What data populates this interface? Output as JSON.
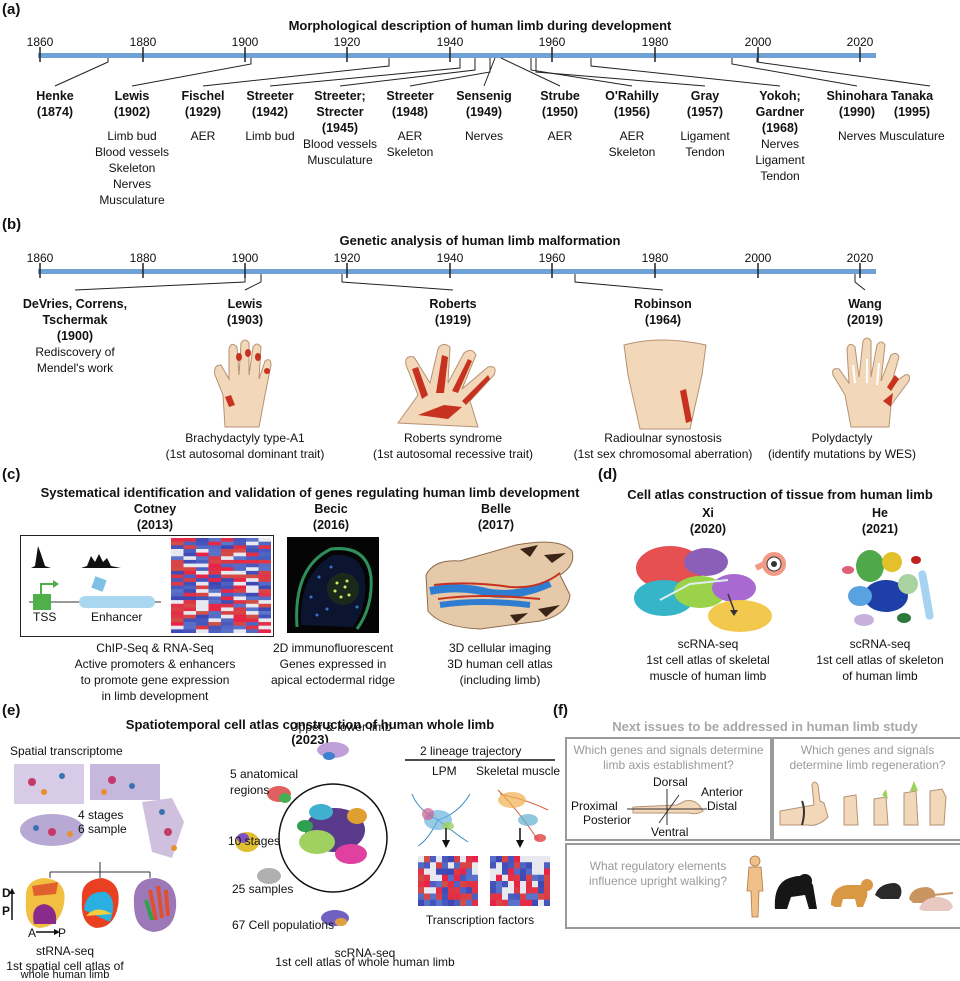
{
  "panel_a": {
    "label": "(a)",
    "title": "Morphological description of human limb during development",
    "ticks": [
      "1860",
      "1880",
      "1900",
      "1920",
      "1940",
      "1960",
      "1980",
      "2000",
      "2020"
    ],
    "entries": [
      {
        "name": "Henke",
        "year": "(1874)",
        "desc": []
      },
      {
        "name": "Lewis",
        "year": "(1902)",
        "desc": [
          "Limb bud",
          "Blood vessels",
          "Skeleton",
          "Nerves",
          "Musculature"
        ]
      },
      {
        "name": "Fischel",
        "year": "(1929)",
        "desc": [
          "AER"
        ]
      },
      {
        "name": "Streeter",
        "year": "(1942)",
        "desc": [
          "Limb bud"
        ]
      },
      {
        "name": "Streeter; Strecter",
        "year": "(1945)",
        "desc": [
          "Blood vessels",
          "Musculature"
        ]
      },
      {
        "name": "Streeter",
        "year": "(1948)",
        "desc": [
          "AER",
          "Skeleton"
        ]
      },
      {
        "name": "Sensenig",
        "year": "(1949)",
        "desc": [
          "Nerves"
        ]
      },
      {
        "name": "Strube",
        "year": "(1950)",
        "desc": [
          "AER"
        ]
      },
      {
        "name": "O'Rahilly",
        "year": "(1956)",
        "desc": [
          "AER",
          "Skeleton"
        ]
      },
      {
        "name": "Gray",
        "year": "(1957)",
        "desc": [
          "Ligament",
          "Tendon"
        ]
      },
      {
        "name": "Yokoh; Gardner",
        "year": "(1968)",
        "desc": [
          "Nerves",
          "Ligament",
          "Tendon"
        ]
      },
      {
        "name": "Shinohara",
        "year": "(1990)",
        "desc": [
          "Nerves"
        ]
      },
      {
        "name": "Tanaka",
        "year": "(1995)",
        "desc": [
          "Musculature"
        ]
      }
    ]
  },
  "panel_b": {
    "label": "(b)",
    "title": "Genetic analysis of human limb malformation",
    "ticks": [
      "1860",
      "1880",
      "1900",
      "1920",
      "1940",
      "1960",
      "1980",
      "2000",
      "2020"
    ],
    "entries": [
      {
        "name": "DeVries, Correns, Tschermak",
        "year": "(1900)",
        "desc": "Rediscovery of Mendel's work"
      },
      {
        "name": "Lewis",
        "year": "(1903)",
        "cap1": "Brachydactyly type-A1",
        "cap2": "(1st autosomal dominant trait)"
      },
      {
        "name": "Roberts",
        "year": "(1919)",
        "cap1": "Roberts syndrome",
        "cap2": "(1st autosomal recessive trait)"
      },
      {
        "name": "Robinson",
        "year": "(1964)",
        "cap1": "Radioulnar synostosis",
        "cap2": "(1st sex chromosomal aberration)"
      },
      {
        "name": "Wang",
        "year": "(2019)",
        "cap1": "Polydactyly",
        "cap2": "(identify mutations by WES)"
      }
    ]
  },
  "panel_c": {
    "label": "(c)",
    "title": "Systematical identification and validation of genes regulating human limb development",
    "items": [
      {
        "name": "Cotney",
        "year": "(2013)",
        "lines": [
          "ChIP-Seq & RNA-Seq",
          "Active promoters & enhancers",
          "to promote gene expression",
          "in limb development"
        ],
        "tss": "TSS",
        "enhancer": "Enhancer"
      },
      {
        "name": "Becic",
        "year": "(2016)",
        "lines": [
          "2D immunofluorescent",
          "Genes expressed in",
          "apical ectodermal ridge"
        ]
      },
      {
        "name": "Belle",
        "year": "(2017)",
        "lines": [
          "3D cellular imaging",
          "3D human cell atlas",
          "(including limb)"
        ]
      }
    ]
  },
  "panel_d": {
    "label": "(d)",
    "title": "Cell atlas construction of tissue from human limb",
    "items": [
      {
        "name": "Xi",
        "year": "(2020)",
        "lines": [
          "scRNA-seq",
          "1st cell atlas of skeletal",
          "muscle of human limb"
        ]
      },
      {
        "name": "He",
        "year": "(2021)",
        "lines": [
          "scRNA-seq",
          "1st cell atlas of skeleton",
          "of human limb"
        ]
      }
    ]
  },
  "panel_e": {
    "label": "(e)",
    "title": "Spatiotemporal cell atlas construction of human whole limb",
    "year": "(2023)",
    "spatial": "Spatial transcriptome",
    "stages": "4 stages",
    "samples": "6 sample",
    "st_line1": "stRNA-seq",
    "st_line2": "1st spatial cell atlas of",
    "st_line3": "whole human limb",
    "umap_labels": [
      "Upper & lower limb",
      "5 anatomical regions",
      "10 stages",
      "25 samples",
      "67 Cell populations"
    ],
    "sc_line1": "scRNA-seq",
    "sc_line2": "1st cell atlas of whole human limb",
    "lineage": "2 lineage trajectory",
    "lpm": "LPM",
    "skm": "Skeletal muscle",
    "tf": "Transcription factors",
    "axis_p": "P",
    "axis_d": "D",
    "axis_a": "A",
    "axis_p2": "P"
  },
  "panel_f": {
    "label": "(f)",
    "title": "Next issues to be addressed in human limb study",
    "q1": "Which genes and signals determine limb axis establishment?",
    "q2": "Which genes and signals determine limb regeneration?",
    "q3": "What regulatory elements influence upright walking?",
    "dorsal": "Dorsal",
    "anterior": "Anterior",
    "proximal": "Proximal",
    "distal": "Distal",
    "posterior": "Posterior",
    "ventral": "Ventral"
  },
  "colors": {
    "timeline": "#6fa1d6",
    "red": "#c6321f",
    "skin": "#f3d7b9"
  }
}
